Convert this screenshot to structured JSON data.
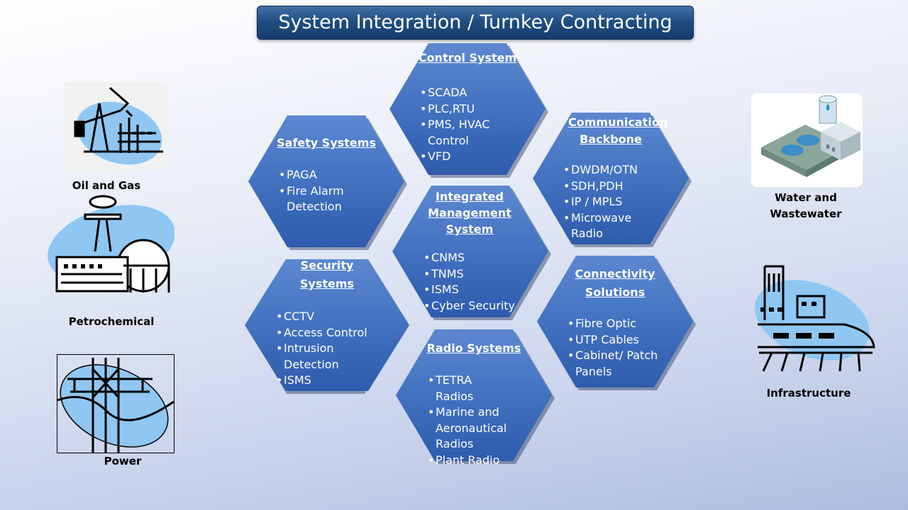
{
  "title": "System Integration / Turnkey Contracting",
  "hexagons": [
    {
      "id": "control",
      "title": "Control System",
      "items": [
        "SCADA",
        "PLC,RTU",
        "PMS, HVAC Control",
        "VFD"
      ]
    },
    {
      "id": "safety",
      "title": "Safety Systems",
      "items": [
        "PAGA",
        "Fire Alarm Detection"
      ]
    },
    {
      "id": "comm",
      "title": "Communication Backbone",
      "items": [
        "DWDM/OTN",
        "SDH,PDH",
        "IP / MPLS",
        "Microwave Radio"
      ]
    },
    {
      "id": "ims",
      "title": "Integrated Management System",
      "items": [
        "CNMS",
        "TNMS",
        "ISMS",
        "Cyber Security"
      ]
    },
    {
      "id": "security",
      "title": "Security Systems",
      "items": [
        "CCTV",
        "Access Control",
        "Intrusion Detection",
        "ISMS"
      ]
    },
    {
      "id": "connectivity",
      "title": "Connectivity Solutions",
      "items": [
        "Fibre Optic",
        "UTP Cables",
        "Cabinet/ Patch Panels"
      ]
    },
    {
      "id": "radio",
      "title": "Radio Systems",
      "items": [
        "TETRA Radios",
        "Marine and Aeronautical Radios",
        "Plant Radio"
      ]
    }
  ],
  "industries": {
    "oil_gas": "Oil and Gas",
    "petrochemical": "Petrochemical",
    "power": "Power",
    "water": "Water and Wastewater",
    "infrastructure": "Infrastructure"
  },
  "icons": {
    "oil_gas": "oil-pump-icon",
    "petrochemical": "refinery-tank-icon",
    "power": "transmission-tower-icon",
    "water": "water-treatment-plant-icon",
    "infrastructure": "train-city-icon"
  },
  "colors": {
    "title_bar": "#1f4c80",
    "hexagon": "#4474c2",
    "icon_blob": "#8fc7f2"
  }
}
